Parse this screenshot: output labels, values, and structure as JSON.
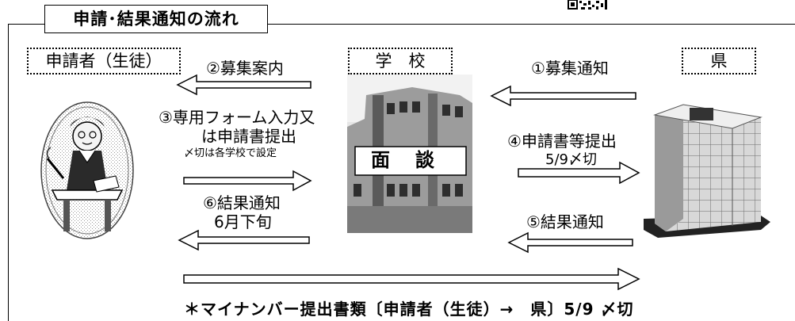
{
  "title": "申請･結果通知の流れ",
  "qr_icon": "qr-code-icon",
  "actors": {
    "applicant": "申請者（生徒）",
    "school": "学　校",
    "prefecture": "県"
  },
  "steps": {
    "step1": "①募集通知",
    "step2": "②募集案内",
    "step3_line1": "③専用フォーム入力又",
    "step3_line2": "は申請書提出",
    "step3_note": "〆切は各学校で設定",
    "step4_line1": "④申請書等提出",
    "step4_line2": "5/9〆切",
    "step5": "⑤結果通知",
    "step6_line1": "⑥結果通知",
    "step6_line2": "6月下旬"
  },
  "school_sign": "面　談",
  "footer": "＊マイナンバー提出書類〔申請者（生徒）→　県〕5/9 〆切",
  "colors": {
    "line": "#000000",
    "arrow_fill": "#ffffff",
    "pattern": "#bdbdbd"
  }
}
